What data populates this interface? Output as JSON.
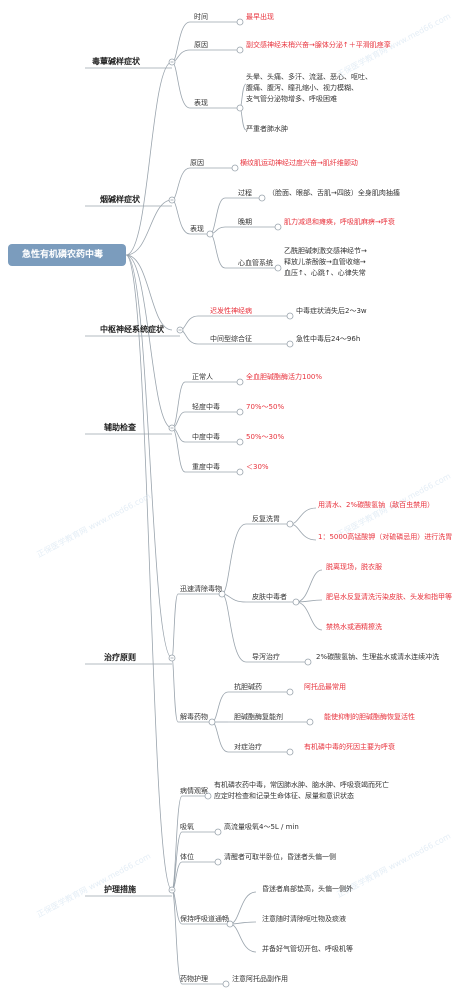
{
  "root": "急性有机磷农药中毒",
  "b1_muscarinic": {
    "label": "毒蕈碱样症状",
    "time_label": "时间",
    "time_value": "最早出现",
    "cause_label": "原因",
    "cause_value": "副交感神经末梢兴奋→腺体分泌↑＋平滑肌痉挛",
    "sign_label": "表现",
    "sign_lines": [
      "头晕、头痛、多汗、流涎、恶心、呕吐、",
      "腹痛、腹泻、瞳孔缩小、视力模糊、",
      "支气管分泌物增多、呼吸困难"
    ],
    "sign_extra": "严重者肺水肿"
  },
  "b2_nicotinic": {
    "label": "烟碱样症状",
    "cause_label": "原因",
    "cause_value": "横纹肌运动神经过度兴奋→肌纤维颤动",
    "sign_label": "表现",
    "process_label": "过程",
    "process_value": "（脸面、眼部、舌肌→四肢）全身肌肉抽搐",
    "late_label": "晚期",
    "late_value": "肌力减退和瘫痪，呼吸肌麻痹→呼衰",
    "cardio_label": "心血管系统",
    "cardio_lines": [
      "乙酰胆碱刺激交感神经节→",
      "释放儿茶酚胺→血管收缩→",
      "血压↑、心跳↑、心律失常"
    ]
  },
  "b3_cns": {
    "label": "中枢神经系统症状",
    "delayed_label": "迟发性神经病",
    "delayed_value": "中毒症状消失后2～3w",
    "inter_label": "中间型综合征",
    "inter_value": "急性中毒后24～96h"
  },
  "b4_aux": {
    "label": "辅助检查",
    "normal_label": "正常人",
    "normal_value": "全血胆碱酯酶活力100%",
    "mild_label": "轻度中毒",
    "mild_value": "70%～50%",
    "moderate_label": "中度中毒",
    "moderate_value": "50%～30%",
    "severe_label": "重度中毒",
    "severe_value": "＜30%"
  },
  "b5_treat": {
    "label": "治疗原则",
    "remove_label": "迅速清除毒物",
    "lavage_label": "反复洗胃",
    "lavage_red1": "用清水、2%碳酸氢钠（敌百虫禁用）",
    "lavage_red2": "1：5000高锰酸钾（对硫磷忌用）进行洗胃",
    "skin_label": "皮肤中毒者",
    "skin_red1": "脱离现场，脱衣服",
    "skin_red2": "肥皂水反复清洗污染皮肤、头发和指甲等",
    "skin_red3": "禁热水或酒精擦洗",
    "cathartic_label": "导泻治疗",
    "cathartic_value": "2%碳酸氢钠、生理盐水或清水连续冲洗",
    "antidote_label": "解毒药物",
    "anticholine_label": "抗胆碱药",
    "anticholine_value": "阿托品最常用",
    "reactivator_label": "胆碱酯酶复能剂",
    "reactivator_value": "能使抑制的胆碱酯酶恢复活性",
    "symptom_label": "对症治疗",
    "symptom_value": "有机磷中毒的死因主要为呼衰"
  },
  "b6_nursing": {
    "label": "护理措施",
    "observe_label": "病情观察",
    "observe_lines": [
      "有机磷农药中毒，常因肺水肿、脑水肿、呼吸衰竭而死亡",
      "应定时检查和记录生命体征、尿量和意识状态"
    ],
    "oxygen_label": "吸氧",
    "oxygen_value": "高流量吸氧4～5L / min",
    "position_label": "体位",
    "position_value": "清醒者可取半卧位，昏迷者头偏一侧",
    "airway_label": "保持呼吸道通畅",
    "airway_1": "昏迷者肩部垫高，头偏一侧外",
    "airway_2": "注意随时清除呕吐物及痰液",
    "airway_3": "并备好气管切开包、呼吸机等",
    "drug_label": "药物护理",
    "drug_value": "注意阿托品副作用"
  },
  "watermark": "正保医学教育网 www.med66.com",
  "colors": {
    "root": "#7b9cbd",
    "highlight": "#e8323c",
    "line": "#9aa4ad"
  }
}
